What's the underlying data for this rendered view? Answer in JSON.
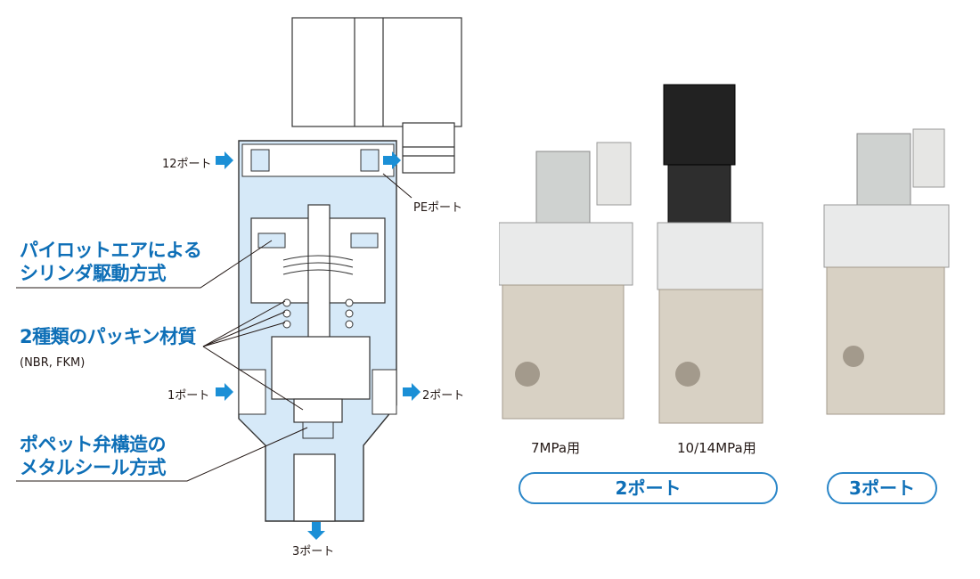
{
  "features": {
    "f1_line1": "パイロットエアによる",
    "f1_line2": "シリンダ駆動方式",
    "f2_line1": "2種類のパッキン材質",
    "f2_sub": "(NBR, FKM)",
    "f3_line1": "ポペット弁構造の",
    "f3_line2": "メタルシール方式"
  },
  "ports": {
    "p12": "12ポート",
    "pe": "PEポート",
    "p1": "1ポート",
    "p2": "2ポート",
    "p3": "3ポート"
  },
  "products": {
    "cap_7": "7MPa用",
    "cap_10": "10/14MPa用",
    "group_2port": "2ポート",
    "group_3port": "3ポート"
  },
  "colors": {
    "accent": "#0e6fb7",
    "body_fill": "#d6e9f8",
    "arrow": "#1b8fd6"
  }
}
